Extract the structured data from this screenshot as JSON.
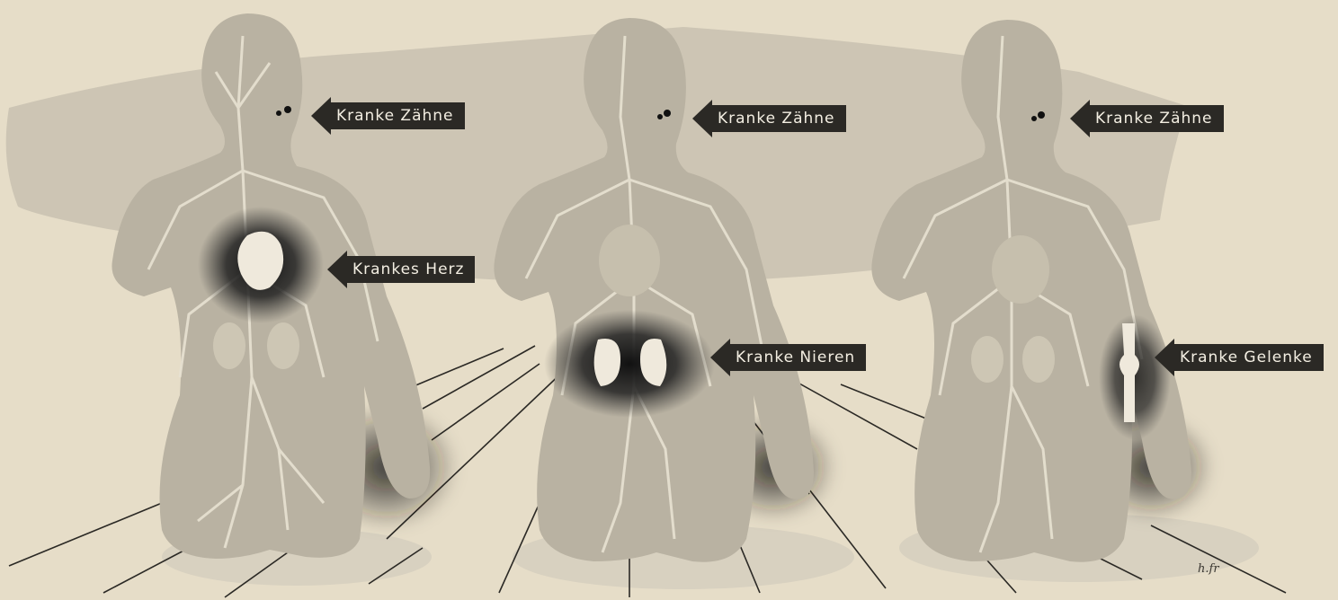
{
  "figures": [
    {
      "name": "figure-left",
      "labels": [
        {
          "key": "teeth",
          "text": "Kranke Zähne"
        },
        {
          "key": "heart",
          "text": "Krankes Herz"
        }
      ]
    },
    {
      "name": "figure-middle",
      "labels": [
        {
          "key": "teeth",
          "text": "Kranke Zähne"
        },
        {
          "key": "kidneys",
          "text": "Kranke Nieren"
        }
      ]
    },
    {
      "name": "figure-right",
      "labels": [
        {
          "key": "teeth",
          "text": "Kranke Zähne"
        },
        {
          "key": "joints",
          "text": "Kranke Gelenke"
        }
      ]
    }
  ],
  "signature": "h.fr",
  "colors": {
    "paper": "#e6ddc8",
    "wash": "#c8c1b0",
    "body": "#b9b2a2",
    "vessel": "#e8e2d2",
    "label_bg": "#2b2925",
    "label_text": "#f3eee2",
    "shadow": "#1c1a17"
  }
}
